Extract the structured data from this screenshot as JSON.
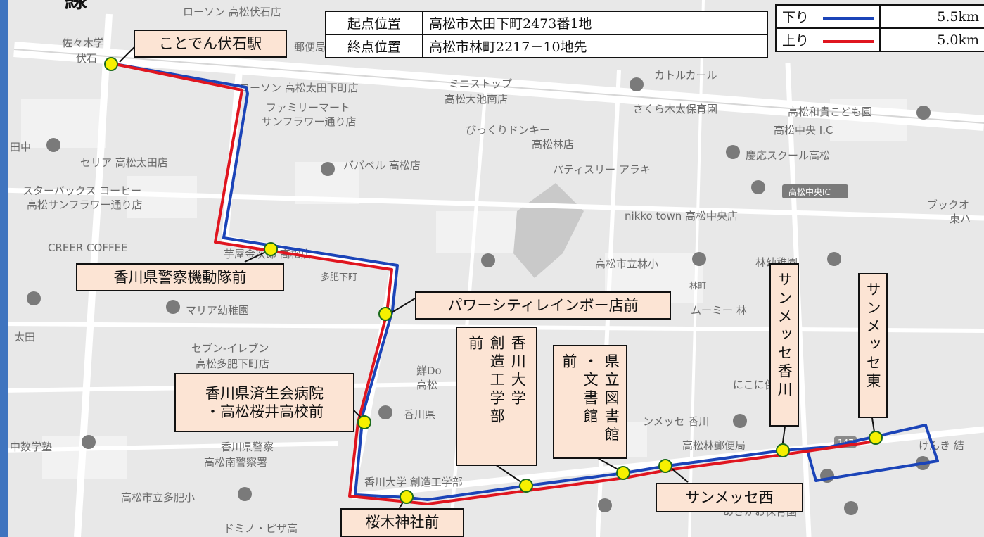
{
  "title": "線",
  "route": {
    "start_label": "起点位置",
    "start_value": "高松市太田下町2473番1地",
    "end_label": "終点位置",
    "end_value": "高松市林町2217－10地先"
  },
  "legend": {
    "down_label": "下り",
    "down_distance": "5.5km",
    "down_color": "#1b44b8",
    "up_label": "上り",
    "up_distance": "5.0km",
    "up_color": "#e0151f"
  },
  "stops": {
    "kotoden": "ことでん伏石駅",
    "police_kidotai": "香川県警察機動隊前",
    "power_city": "パワーシティレインボー店前",
    "saiseikai_line1": "香川県済生会病院",
    "saiseikai_line2": "・高松桜井高校前",
    "kagawa_univ_col1": "香川大学",
    "kagawa_univ_col2": "創造工学部",
    "kagawa_univ_col3": "前",
    "library_col1": "県立図書館",
    "library_col2": "・文書館",
    "library_col3": "前",
    "sunmesse": "サンメッセ香川",
    "sunmesse_east": "サンメッセ東",
    "sunmesse_west": "サンメッセ西",
    "sakuragi": "桜木神社前"
  },
  "map_labels": {
    "lawson_fuseishi": "ローソン 高松伏石店",
    "sasaki": "佐々木学",
    "fuseishi": "伏石",
    "yubin": "郵便局",
    "lawson_ota": "ローソン 高松太田下町店",
    "family_mart_1": "ファミリーマート",
    "family_mart_2": "サンフラワー通り店",
    "ministop_1": "ミニストップ",
    "ministop_2": "高松大池南店",
    "kato": "カトルカール",
    "sakura": "さくら木太保育園",
    "wakaki": "高松和貴こども園",
    "chuo_ic": "高松中央 I.C",
    "bikkuri_1": "びっくりドンキー",
    "bikkuri_2": "高松林店",
    "tanaka": "田中",
    "seria": "セリア 高松太田店",
    "babel": "ババベル 高松店",
    "araki": "パティスリー アラキ",
    "keio": "慶応スクール高松",
    "starbucks_1": "スターバックス コーヒー",
    "starbucks_2": "高松サンフラワー通り店",
    "ic_badge": "高松中央IC",
    "nikko": "nikko town 高松中央店",
    "book_1": "ブックオ",
    "book_2": "東ハ",
    "creer": "CREER COFFEE",
    "yoshinoya": "芋屋金次郎 高松店",
    "tanohigashi": "多肥下町",
    "hayashi_sho": "高松市立林小",
    "hayashi_yochi": "林幼稚園",
    "hayashi_machi": "林町",
    "maria": "マリア幼稚園",
    "mumin": "ムーミー 林",
    "ota_station": "太田",
    "seven_1": "セブン-イレブン",
    "seven_2": "高松多肥下町店",
    "sendo_1": "鮮Do",
    "sendo_2": "高松",
    "niko": "にこに保育園",
    "kagawa_ken": "香川県",
    "sunmesse_map": "ンメッセ 香川",
    "chu_juku": "中数学塾",
    "police_1": "香川県警察",
    "police_2": "高松南警察署",
    "hayashi_post": "高松林郵便局",
    "kenki": "けんき 結",
    "route_147": "147",
    "kagawa_univ_map": "香川大学 創造工学部",
    "tahi_sho": "高松市立多肥小",
    "domino": "ドミノ・ピザ高",
    "asakaga": "あさかお保育園"
  }
}
